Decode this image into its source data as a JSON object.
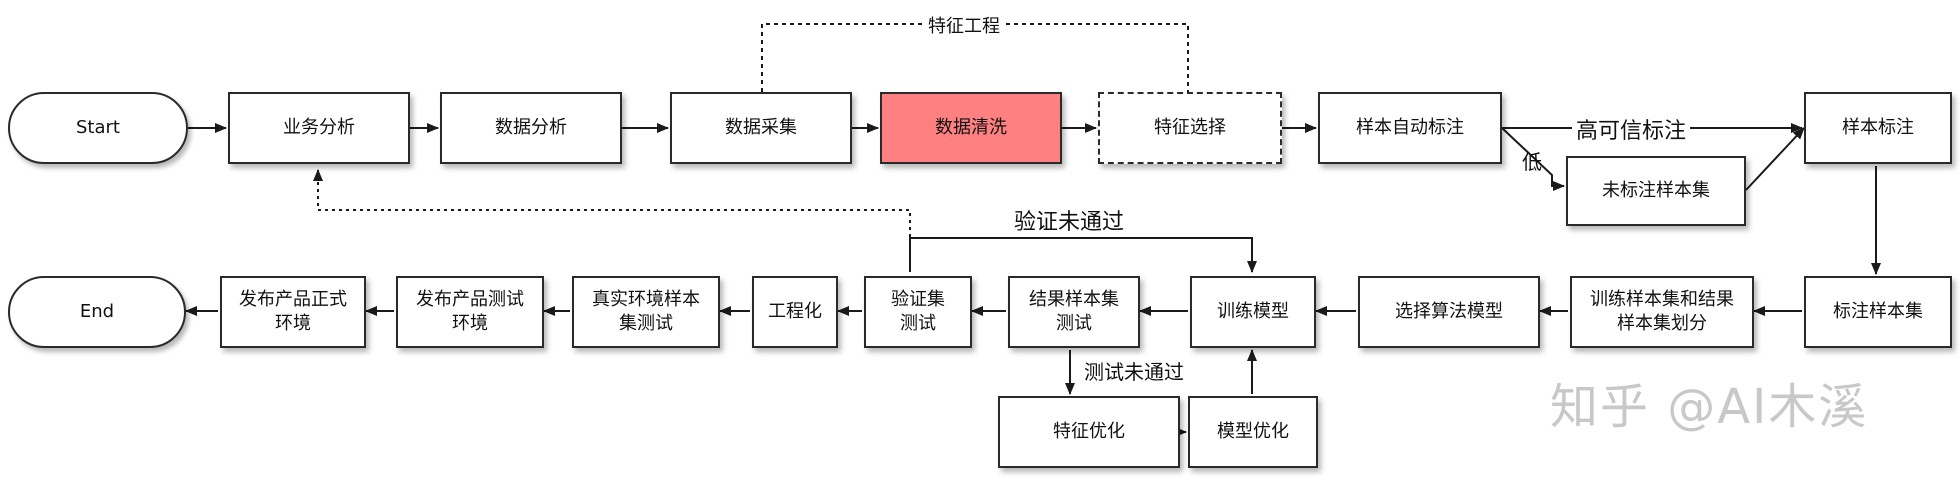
{
  "nodes": {
    "start": "Start",
    "biz_analysis": "业务分析",
    "data_analysis": "数据分析",
    "data_collect": "数据采集",
    "data_clean": "数据清洗",
    "feat_select": "特征选择",
    "auto_label": "样本自动标注",
    "sample_label": "样本标注",
    "unlabeled_set": "未标注样本集",
    "labeled_set": "标注样本集",
    "train_split": [
      "训练样本集和结果",
      "样本集划分"
    ],
    "select_algo": "选择算法模型",
    "train_model": "训练模型",
    "result_test": [
      "结果样本集",
      "测试"
    ],
    "valid_test": [
      "验证集",
      "测试"
    ],
    "engineering": "工程化",
    "real_test": [
      "真实环境样本",
      "集测试"
    ],
    "release_test": [
      "发布产品测试",
      "环境"
    ],
    "release_prod": [
      "发布产品正式",
      "环境"
    ],
    "end": "End",
    "feat_opt": "特征优化",
    "model_opt": "模型优化"
  },
  "labels": {
    "feature_engineering": "特征工程",
    "high_confidence": "高可信标注",
    "low": "低",
    "valid_failed": "验证未通过",
    "test_failed": "测试未通过"
  },
  "watermark": "知乎 @AI木溪",
  "colors": {
    "highlight": "#ff8080",
    "stroke": "#1a1a1a"
  }
}
